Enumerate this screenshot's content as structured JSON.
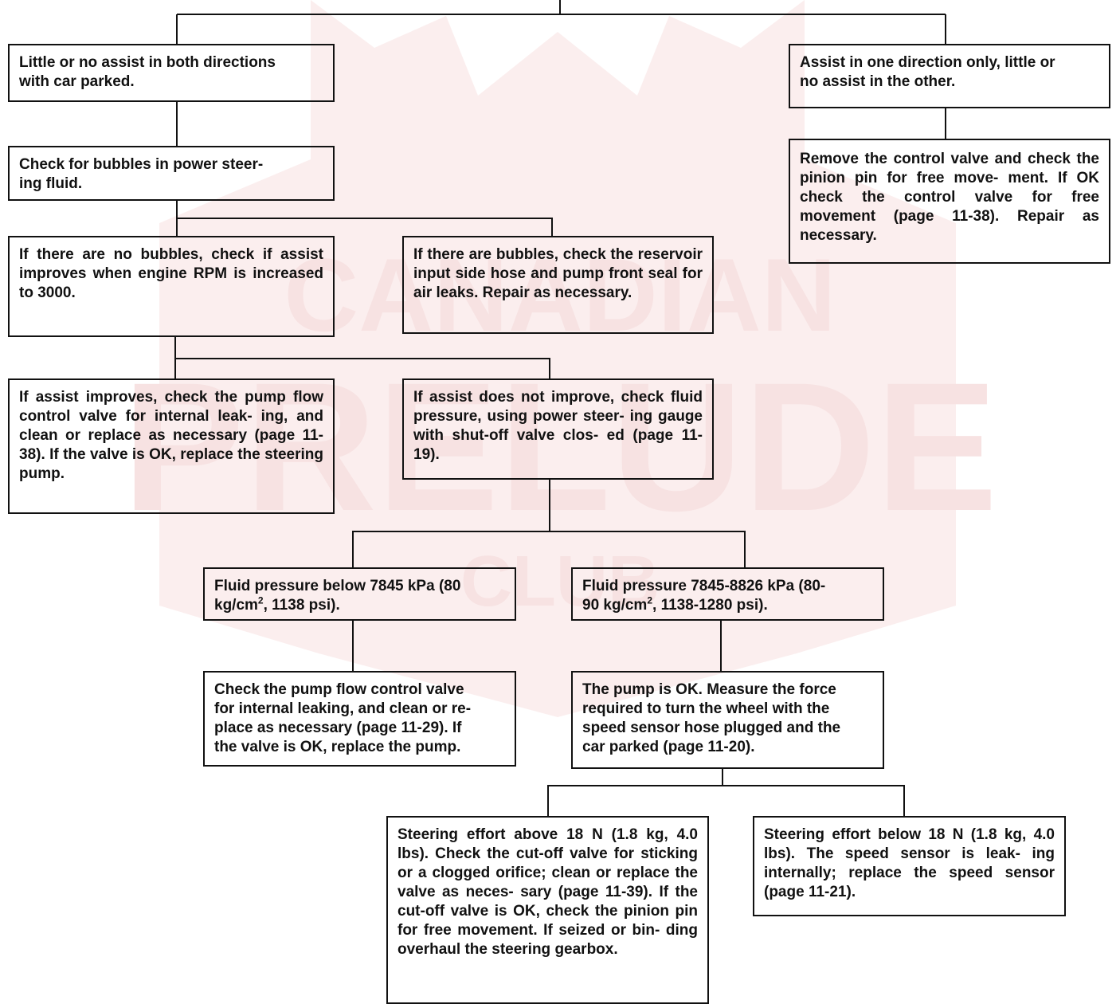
{
  "watermark": {
    "line1": "CANADIAN",
    "line2": "PRELUDE",
    "line3": "CLUB",
    "color": "#f6dede"
  },
  "nodes": {
    "n1": "Little or no assist in both directions\nwith car parked.",
    "n2": "Assist in one direction only, little or\nno assist in the other.",
    "n3": "Check for bubbles in power steer-\ning fluid.",
    "n4": "Remove the control valve and check the pinion pin for free move- ment. If OK check the control valve for free movement (page 11-38). Repair as necessary.",
    "n5": "If there are no bubbles, check if assist improves when engine RPM is increased to 3000.",
    "n6": "If there are bubbles, check the reservoir input side hose and pump front seal for air leaks. Repair as necessary.",
    "n7": "If assist improves, check the pump flow control valve for internal leak- ing, and clean or replace as necessary (page 11-38). If the valve is OK, replace the steering pump.",
    "n8": "If assist does not improve, check fluid pressure, using power steer- ing gauge with shut-off valve clos- ed (page 11-19).",
    "n9_a": "Fluid pressure below 7845 kPa (80\nkg/cm",
    "n9_sup": "2",
    "n9_b": ", 1138 psi).",
    "n10_a": "Fluid pressure 7845-8826 kPa (80-\n90 kg/cm",
    "n10_sup": "2",
    "n10_b": ", 1138-1280 psi).",
    "n11": "Check the pump flow control valve\nfor internal leaking, and clean or re-\nplace as necessary (page 11-29). If\nthe valve is OK, replace the pump.",
    "n12": "The pump is OK. Measure the force\nrequired to turn the wheel with the\nspeed sensor hose plugged and the\ncar parked (page 11-20).",
    "n13": "Steering effort above 18 N (1.8 kg, 4.0 lbs). Check the cut-off valve for sticking or a clogged orifice; clean or replace the valve as neces- sary (page 11-39). If the cut-off valve is OK, check the pinion pin for free movement. If seized or bin- ding overhaul the steering gearbox.",
    "n14": "Steering effort below 18 N (1.8 kg, 4.0 lbs). The speed sensor is leak- ing internally; replace the speed sensor (page 11-21)."
  }
}
